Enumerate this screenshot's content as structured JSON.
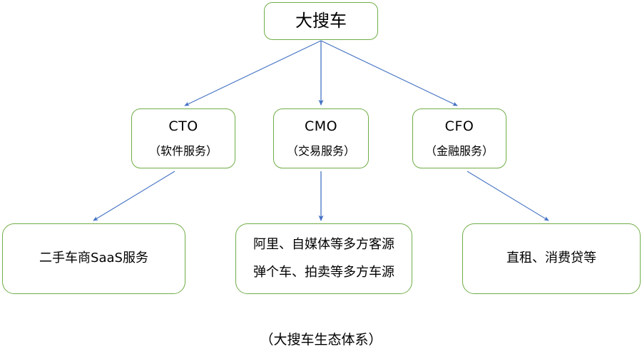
{
  "diagram": {
    "caption": "（大搜车生态体系）",
    "colors": {
      "node_border": "#70AD47",
      "node_fill": "#FFFFFF",
      "connector": "#4472C4",
      "text": "#000000",
      "background": "#FFFFFF"
    },
    "root": {
      "label": "大搜车"
    },
    "divisions": [
      {
        "role": "CTO",
        "sub": "（软件服务）"
      },
      {
        "role": "CMO",
        "sub": "（交易服务）"
      },
      {
        "role": "CFO",
        "sub": "（金融服务）"
      }
    ],
    "leaves": [
      {
        "lines": [
          "二手车商SaaS服务"
        ],
        "parent": "CTO"
      },
      {
        "lines": [
          "阿里、自媒体等多方客源",
          "弹个车、拍卖等多方车源"
        ],
        "parent": "CMO"
      },
      {
        "lines": [
          "直租、消费贷等"
        ],
        "parent": "CFO"
      }
    ]
  }
}
